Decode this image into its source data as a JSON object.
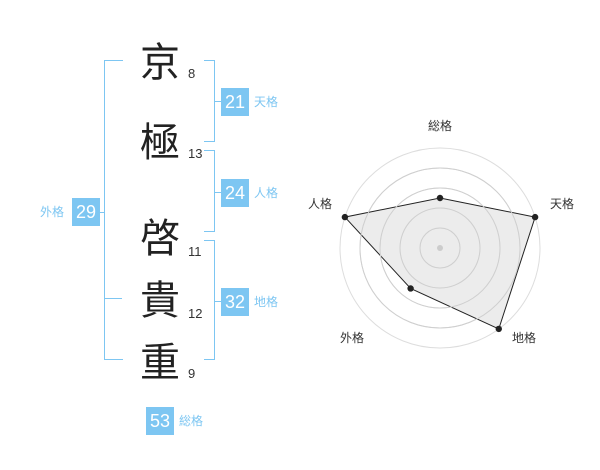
{
  "name": {
    "characters": [
      {
        "char": "京",
        "strokes": "8"
      },
      {
        "char": "極",
        "strokes": "13"
      },
      {
        "char": "啓",
        "strokes": "11"
      },
      {
        "char": "貴",
        "strokes": "12"
      },
      {
        "char": "重",
        "strokes": "9"
      }
    ]
  },
  "kakusu": {
    "tenkaku": {
      "value": "21",
      "label": "天格"
    },
    "jinkaku": {
      "value": "24",
      "label": "人格"
    },
    "chikaku": {
      "value": "32",
      "label": "地格"
    },
    "gaikaku": {
      "value": "29",
      "label": "外格"
    },
    "soukaku": {
      "value": "53",
      "label": "総格"
    }
  },
  "colors": {
    "accent": "#7dc6f2",
    "text": "#222222",
    "radar_line": "#222222",
    "radar_fill": "#eeeeee",
    "grid": "#dddddd"
  },
  "chart_data": {
    "type": "radar",
    "axes": [
      "総格",
      "天格",
      "地格",
      "外格",
      "人格"
    ],
    "values": [
      0.5,
      1.0,
      1.0,
      0.5,
      1.0
    ],
    "max": 1.0,
    "grid_rings": 5
  }
}
